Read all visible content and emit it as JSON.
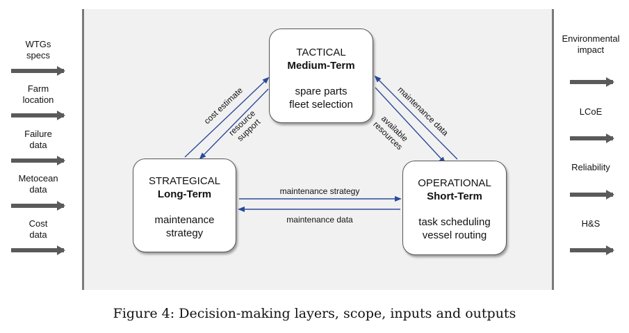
{
  "inputs": [
    "WTGs\nspecs",
    "Farm\nlocation",
    "Failure\ndata",
    "Metocean\ndata",
    "Cost\ndata"
  ],
  "outputs": [
    "Environmental\nimpact",
    "LCoE",
    "Reliability",
    "H&S"
  ],
  "layers": {
    "tactical": {
      "title": "TACTICAL",
      "scope": "Medium-Term",
      "desc": "spare parts\nfleet selection"
    },
    "strategical": {
      "title": "STRATEGICAL",
      "scope": "Long-Term",
      "desc": "maintenance\nstrategy"
    },
    "operational": {
      "title": "OPERATIONAL",
      "scope": "Short-Term",
      "desc": "task scheduling\nvessel routing"
    }
  },
  "flows": {
    "cost_estimate": "cost estimate",
    "resource_support": "resource\nsupport",
    "maintenance_data_to_tactical": "maintenance data",
    "available_resources": "available\nresources",
    "maintenance_strategy": "maintenance strategy",
    "maintenance_data_to_strategical": "maintenance data"
  },
  "caption": "Figure 4: Decision-making layers, scope, inputs and outputs",
  "colors": {
    "arrow": "#2a4a9a",
    "io_arrow": "#5a5a5a",
    "panel": "#f1f1f1",
    "panel_border": "#7a7a7a"
  }
}
